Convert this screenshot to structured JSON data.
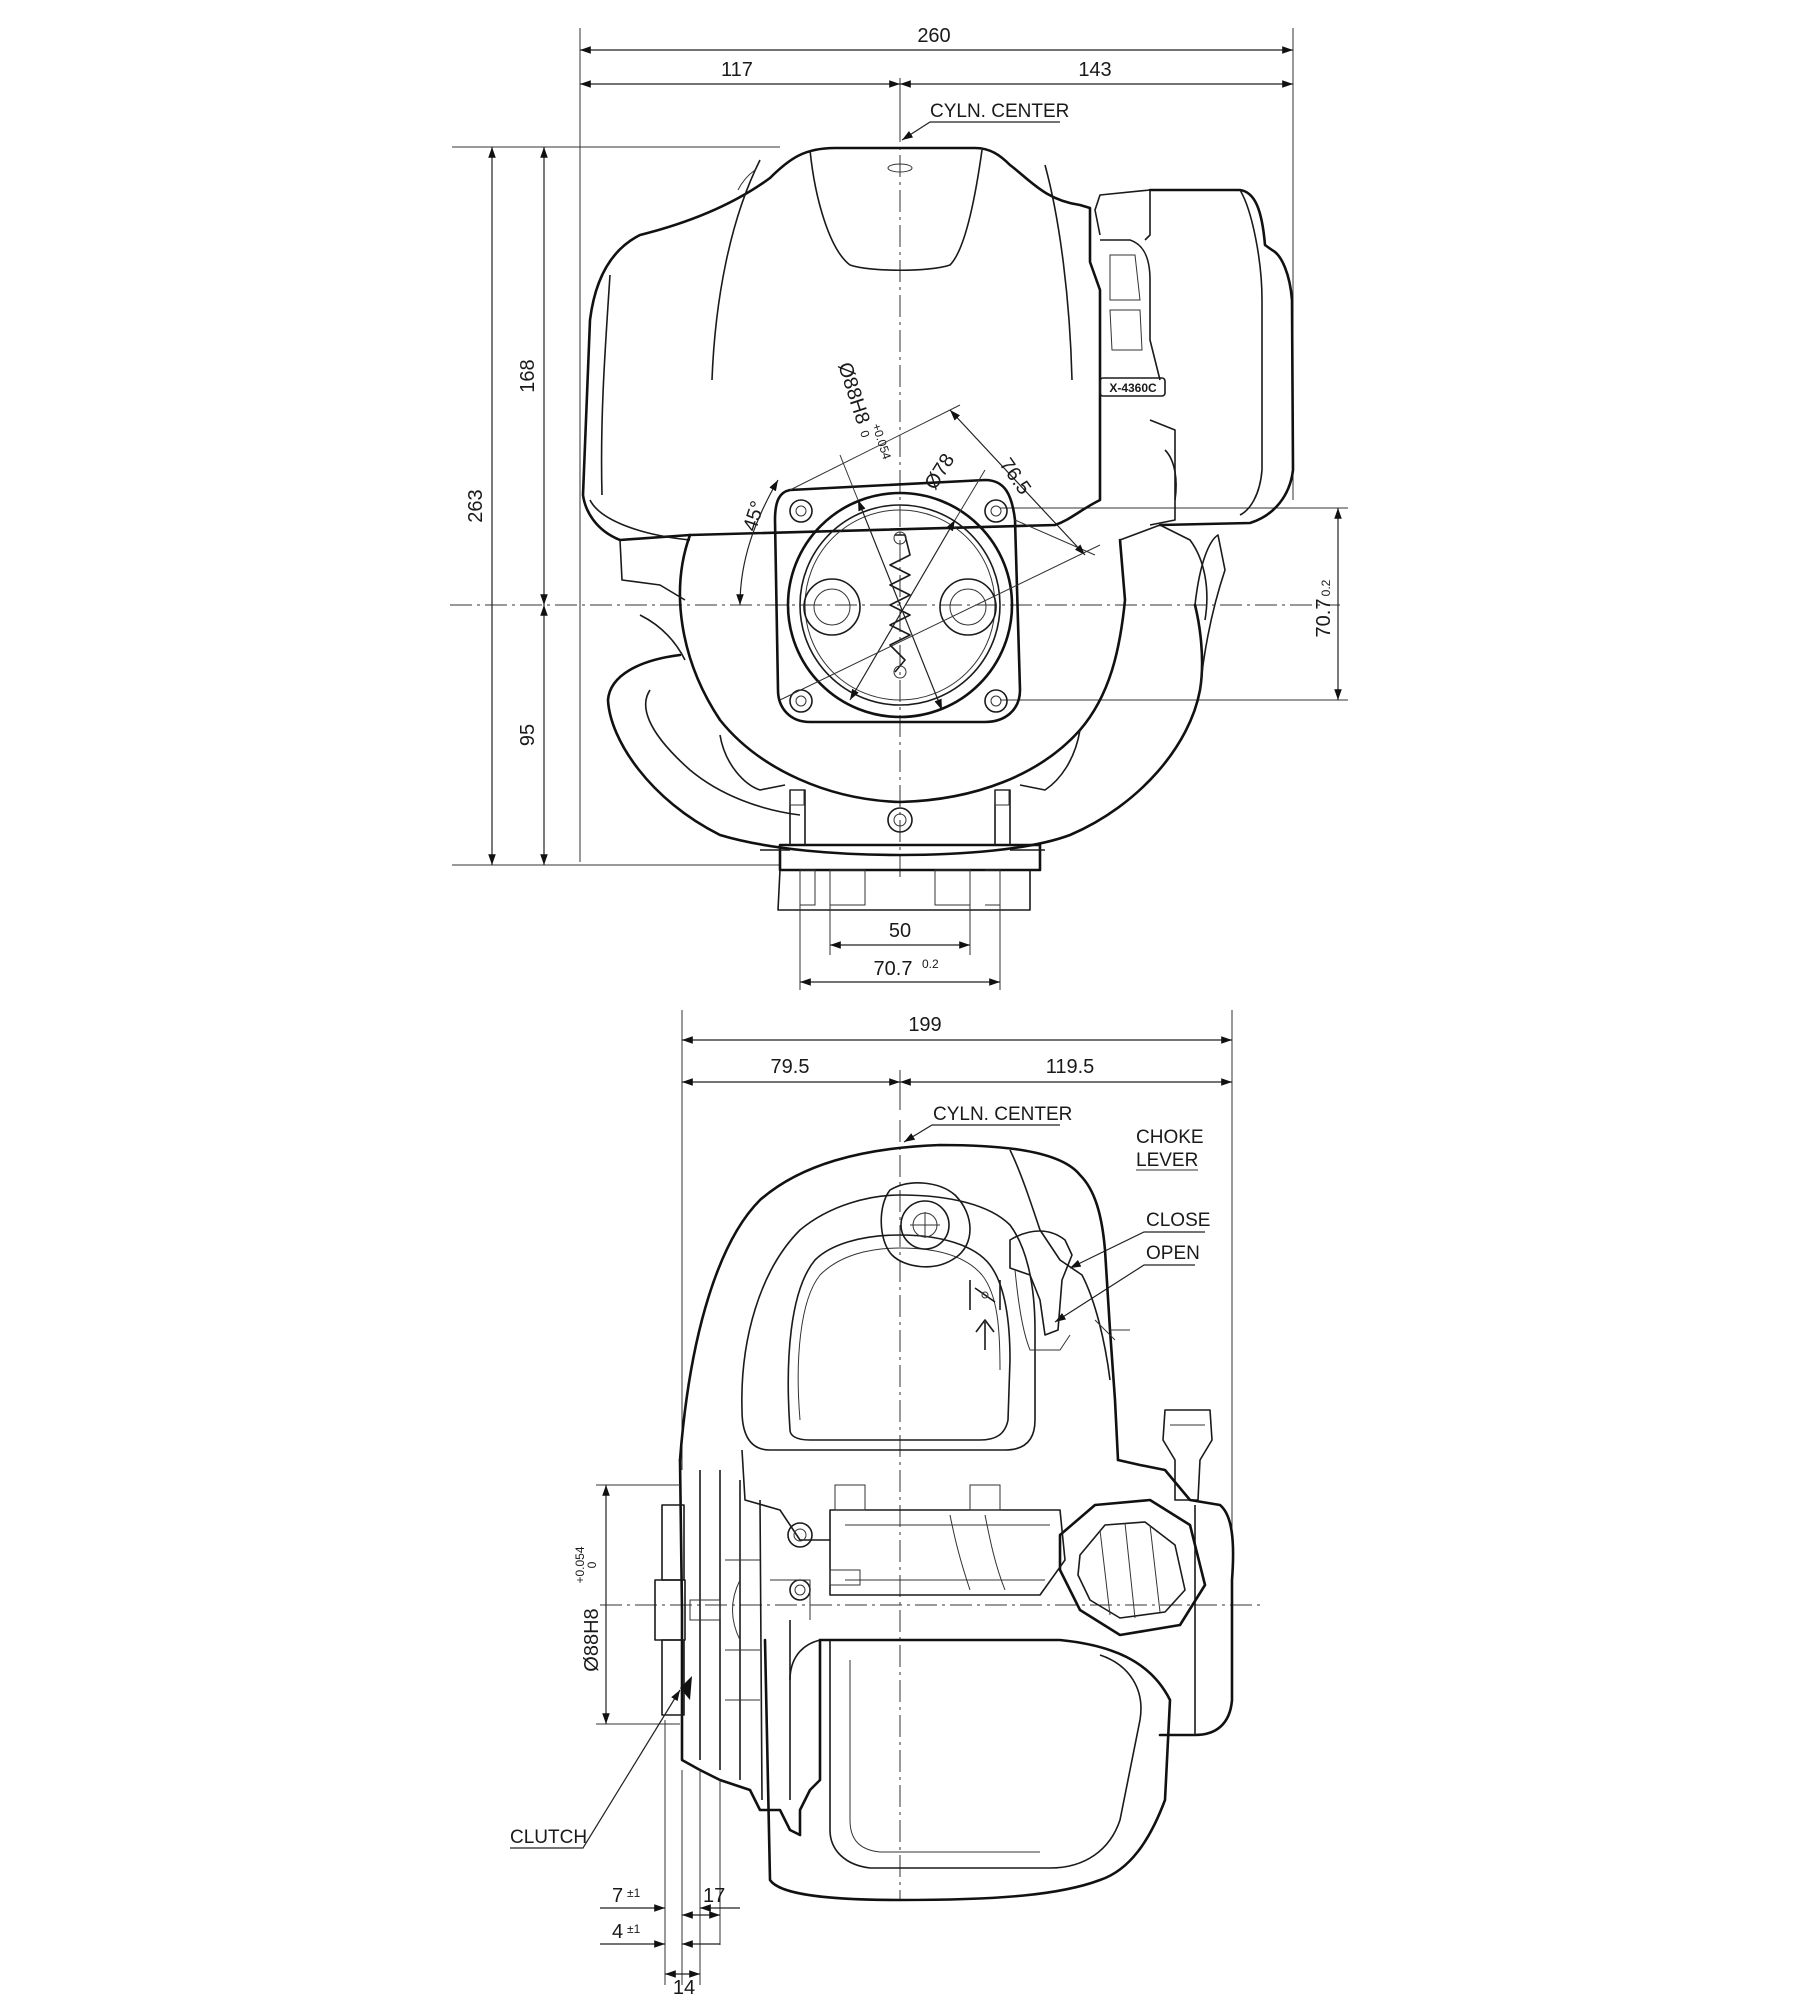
{
  "front_view": {
    "overall_width": "260",
    "left_of_center": "117",
    "right_of_center": "143",
    "cylinder_center_label": "CYLN. CENTER",
    "overall_height": "263",
    "upper_height": "168",
    "lower_height": "95",
    "bore_symbol": "Ø88H8",
    "bore_tol_upper": "+0.054",
    "bore_tol_lower": "0",
    "diameter_78": "Ø78",
    "dim_76_5": "76.5",
    "angle": "45°",
    "bolt_spacing": "50",
    "mount_spacing": "70.7",
    "mount_spacing_tol": "0.2",
    "side_mount": "70.7",
    "side_mount_tol": "0.2",
    "model_plate": "X-4360C"
  },
  "side_view": {
    "overall_width": "199",
    "left_of_center": "79.5",
    "right_of_center": "119.5",
    "cylinder_center_label": "CYLN. CENTER",
    "choke_line1": "CHOKE",
    "choke_line2": "LEVER",
    "close_label": "CLOSE",
    "open_label": "OPEN",
    "clutch_label": "CLUTCH",
    "bore_symbol": "Ø88H8",
    "bore_tol_upper": "+0.054",
    "bore_tol_lower": "0",
    "dim_7": "7",
    "dim_7_tol": "±1",
    "dim_4": "4",
    "dim_4_tol": "±1",
    "dim_17": "17",
    "dim_14": "14"
  }
}
